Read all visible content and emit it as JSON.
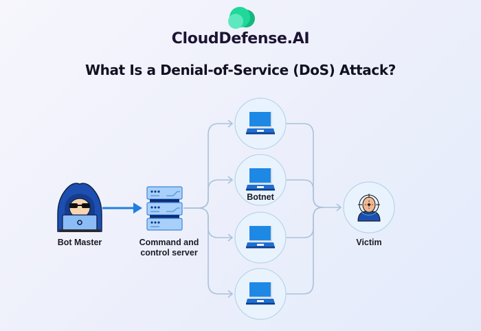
{
  "brand": {
    "name": "CloudDefense.AI",
    "logo_icon": "cloud-logo-icon",
    "colors": {
      "light": "#5ee8c0",
      "mid": "#1fd89a",
      "dark": "#16b77e"
    }
  },
  "title": "What Is a Denial-of-Service (DoS) Attack?",
  "nodes": {
    "bot_master": {
      "label": "Bot Master",
      "icon": "hacker-icon"
    },
    "server": {
      "label_line1": "Command and",
      "label_line2": "control server",
      "icon": "server-icon"
    },
    "botnet": {
      "label": "Botnet",
      "devices": [
        {
          "icon": "laptop-icon"
        },
        {
          "icon": "laptop-icon"
        },
        {
          "icon": "laptop-icon"
        },
        {
          "icon": "laptop-icon"
        }
      ]
    },
    "victim": {
      "label": "Victim",
      "icon": "target-person-icon"
    }
  },
  "colors": {
    "arrow": "#1e7fe0",
    "connector": "#a9c2da",
    "circle_fill": "#e9f3fd",
    "circle_stroke": "#b8d3ea",
    "laptop_screen": "#1e88e5",
    "laptop_dark": "#0d3c8c"
  }
}
